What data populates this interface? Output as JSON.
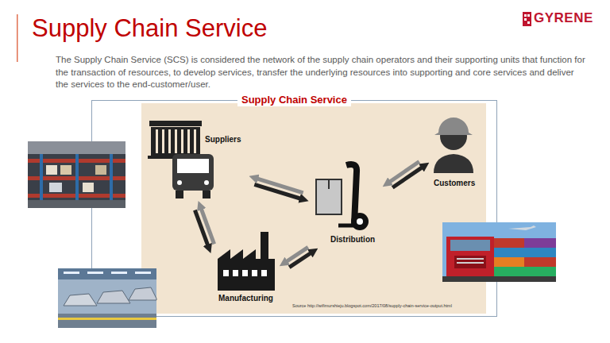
{
  "diagram": {
    "title": "Supply Chain Service",
    "nodes": [
      {
        "text": [
          "Supply Chain Service"
        ]
      },
      {
        "text": [
          "Suppliers"
        ],
        "in": 0
      },
      {
        "text": [
          "Customers"
        ],
        "in": 0
      },
      {
        "text": [
          "Distribution"
        ],
        "in": 0
      },
      {
        "text": [
          "Manufacturing"
        ],
        "in": 0
      }
    ],
    "edges": [
      {
        "from": 1,
        "to": 4,
        "arrow": "both"
      },
      {
        "from": 1,
        "to": 3,
        "arrow": "both"
      },
      {
        "from": 4,
        "to": 3,
        "arrow": "both"
      },
      {
        "from": 3,
        "to": 2,
        "arrow": "both"
      }
    ],
    "labels": [
      "GYRENE",
      "The Supply Chain Service (SCS) is considered the network of the supply chain operators and their supporting units that function for the transaction of resources, to develop services, transfer the underlying resources into supporting and core services and deliver the services to the end-customer/user.",
      "Source http://wifimurshieju.blogspot.com/2017/08/supply-chain-service-output.html"
    ]
  }
}
